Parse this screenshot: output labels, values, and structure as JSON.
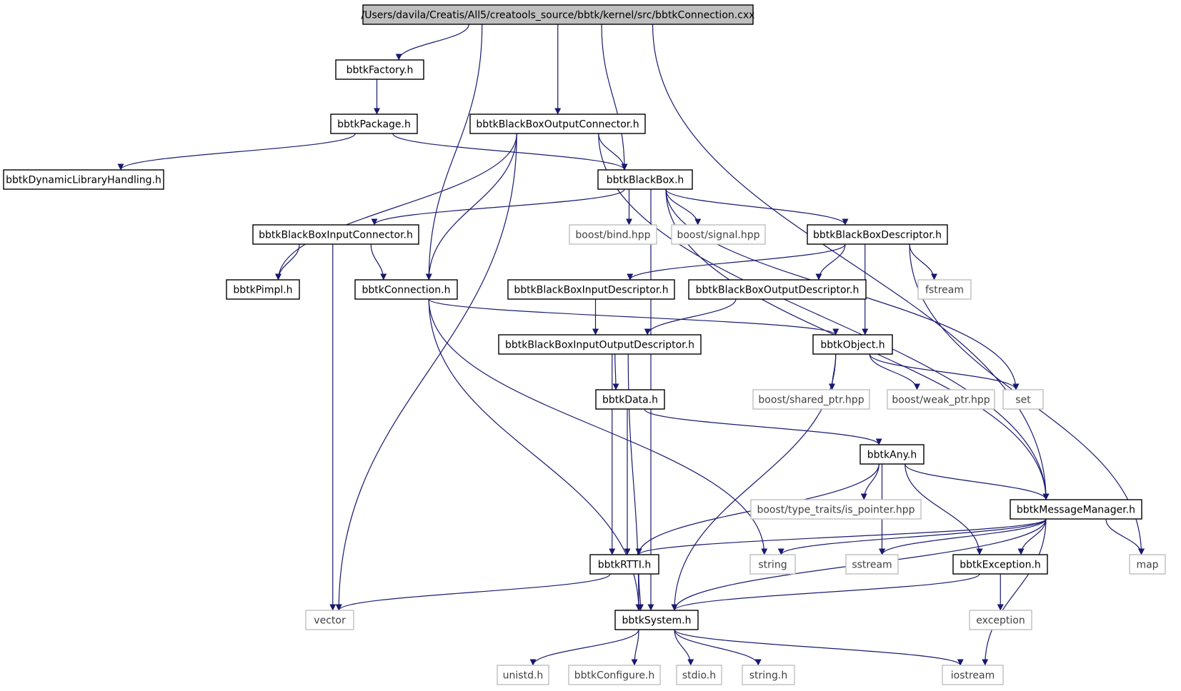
{
  "graph": {
    "nodes": [
      {
        "id": "root",
        "label": "/Users/davila/Creatis/All5/creatools_source/bbtk/kernel/src/bbtkConnection.cxx",
        "kind": "root"
      },
      {
        "id": "factory",
        "label": "bbtkFactory.h",
        "kind": "file"
      },
      {
        "id": "package",
        "label": "bbtkPackage.h",
        "kind": "file"
      },
      {
        "id": "dynlib",
        "label": "bbtkDynamicLibraryHandling.h",
        "kind": "file"
      },
      {
        "id": "outconn",
        "label": "bbtkBlackBoxOutputConnector.h",
        "kind": "file"
      },
      {
        "id": "blackbox",
        "label": "bbtkBlackBox.h",
        "kind": "file"
      },
      {
        "id": "inconn",
        "label": "bbtkBlackBoxInputConnector.h",
        "kind": "file"
      },
      {
        "id": "bind",
        "label": "boost/bind.hpp",
        "kind": "external"
      },
      {
        "id": "signal",
        "label": "boost/signal.hpp",
        "kind": "external"
      },
      {
        "id": "bbdesc",
        "label": "bbtkBlackBoxDescriptor.h",
        "kind": "file"
      },
      {
        "id": "pimpl",
        "label": "bbtkPimpl.h",
        "kind": "file"
      },
      {
        "id": "connection",
        "label": "bbtkConnection.h",
        "kind": "file"
      },
      {
        "id": "indesc",
        "label": "bbtkBlackBoxInputDescriptor.h",
        "kind": "file"
      },
      {
        "id": "outdesc",
        "label": "bbtkBlackBoxOutputDescriptor.h",
        "kind": "file"
      },
      {
        "id": "fstream",
        "label": "fstream",
        "kind": "external"
      },
      {
        "id": "iodesc",
        "label": "bbtkBlackBoxInputOutputDescriptor.h",
        "kind": "file"
      },
      {
        "id": "object",
        "label": "bbtkObject.h",
        "kind": "file"
      },
      {
        "id": "data",
        "label": "bbtkData.h",
        "kind": "file"
      },
      {
        "id": "sharedptr",
        "label": "boost/shared_ptr.hpp",
        "kind": "external"
      },
      {
        "id": "weakptr",
        "label": "boost/weak_ptr.hpp",
        "kind": "external"
      },
      {
        "id": "set",
        "label": "set",
        "kind": "external"
      },
      {
        "id": "any",
        "label": "bbtkAny.h",
        "kind": "file"
      },
      {
        "id": "typetraits",
        "label": "boost/type_traits/is_pointer.hpp",
        "kind": "external"
      },
      {
        "id": "msgmgr",
        "label": "bbtkMessageManager.h",
        "kind": "file"
      },
      {
        "id": "rtti",
        "label": "bbtkRTTI.h",
        "kind": "file"
      },
      {
        "id": "string",
        "label": "string",
        "kind": "external"
      },
      {
        "id": "sstream",
        "label": "sstream",
        "kind": "external"
      },
      {
        "id": "exception_h",
        "label": "bbtkException.h",
        "kind": "file"
      },
      {
        "id": "map",
        "label": "map",
        "kind": "external"
      },
      {
        "id": "vector",
        "label": "vector",
        "kind": "external"
      },
      {
        "id": "system",
        "label": "bbtkSystem.h",
        "kind": "file"
      },
      {
        "id": "exception",
        "label": "exception",
        "kind": "external"
      },
      {
        "id": "unistd",
        "label": "unistd.h",
        "kind": "external"
      },
      {
        "id": "configure",
        "label": "bbtkConfigure.h",
        "kind": "external"
      },
      {
        "id": "stdio",
        "label": "stdio.h",
        "kind": "external"
      },
      {
        "id": "stringh",
        "label": "string.h",
        "kind": "external"
      },
      {
        "id": "iostream",
        "label": "iostream",
        "kind": "external"
      }
    ],
    "edges": [
      [
        "root",
        "factory"
      ],
      [
        "root",
        "outconn"
      ],
      [
        "root",
        "blackbox"
      ],
      [
        "root",
        "connection"
      ],
      [
        "root",
        "msgmgr"
      ],
      [
        "factory",
        "package"
      ],
      [
        "package",
        "dynlib"
      ],
      [
        "package",
        "blackbox"
      ],
      [
        "outconn",
        "blackbox"
      ],
      [
        "outconn",
        "connection"
      ],
      [
        "outconn",
        "pimpl"
      ],
      [
        "outconn",
        "vector"
      ],
      [
        "outconn",
        "msgmgr"
      ],
      [
        "blackbox",
        "inconn"
      ],
      [
        "blackbox",
        "bind"
      ],
      [
        "blackbox",
        "signal"
      ],
      [
        "blackbox",
        "bbdesc"
      ],
      [
        "blackbox",
        "set"
      ],
      [
        "blackbox",
        "msgmgr"
      ],
      [
        "blackbox",
        "system"
      ],
      [
        "inconn",
        "pimpl"
      ],
      [
        "inconn",
        "connection"
      ],
      [
        "inconn",
        "vector"
      ],
      [
        "bbdesc",
        "indesc"
      ],
      [
        "bbdesc",
        "outdesc"
      ],
      [
        "bbdesc",
        "object"
      ],
      [
        "bbdesc",
        "fstream"
      ],
      [
        "bbdesc",
        "map"
      ],
      [
        "connection",
        "object"
      ],
      [
        "connection",
        "string"
      ],
      [
        "connection",
        "system"
      ],
      [
        "indesc",
        "iodesc"
      ],
      [
        "outdesc",
        "iodesc"
      ],
      [
        "iodesc",
        "data"
      ],
      [
        "iodesc",
        "rtti"
      ],
      [
        "iodesc",
        "system"
      ],
      [
        "object",
        "sharedptr"
      ],
      [
        "object",
        "weakptr"
      ],
      [
        "object",
        "set"
      ],
      [
        "object",
        "system"
      ],
      [
        "data",
        "any"
      ],
      [
        "data",
        "rtti"
      ],
      [
        "any",
        "typetraits"
      ],
      [
        "any",
        "msgmgr"
      ],
      [
        "any",
        "rtti"
      ],
      [
        "any",
        "sstream"
      ],
      [
        "any",
        "exception_h"
      ],
      [
        "msgmgr",
        "rtti"
      ],
      [
        "msgmgr",
        "string"
      ],
      [
        "msgmgr",
        "sstream"
      ],
      [
        "msgmgr",
        "exception_h"
      ],
      [
        "msgmgr",
        "map"
      ],
      [
        "msgmgr",
        "system"
      ],
      [
        "msgmgr",
        "iostream"
      ],
      [
        "rtti",
        "vector"
      ],
      [
        "rtti",
        "system"
      ],
      [
        "exception_h",
        "exception"
      ],
      [
        "exception_h",
        "system"
      ],
      [
        "system",
        "unistd"
      ],
      [
        "system",
        "configure"
      ],
      [
        "system",
        "stdio"
      ],
      [
        "system",
        "stringh"
      ],
      [
        "system",
        "iostream"
      ]
    ]
  },
  "colors": {
    "edge": "#191970",
    "file_border": "#000000",
    "external_border": "#bfbfbf",
    "external_text": "#404040",
    "root_fill": "#bfbfbf",
    "background": "#ffffff"
  }
}
